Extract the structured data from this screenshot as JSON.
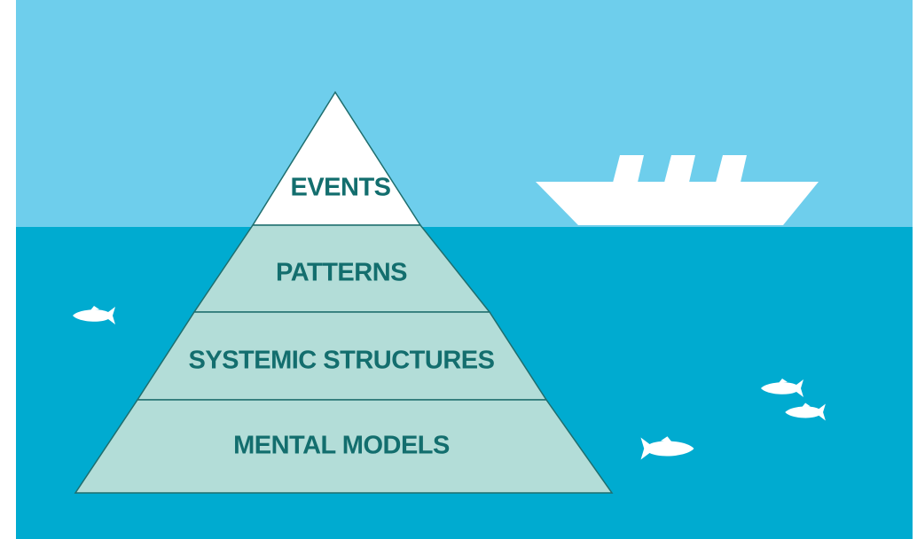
{
  "colors": {
    "sky": "#6ECEEC",
    "water": "#00ABD0",
    "tip_fill": "#FFFFFF",
    "underwater_fill": "#B3DDD8",
    "outline": "#1F6E6E",
    "label": "#136E6E",
    "ship": "#FFFFFF",
    "fish": "#FFFFFF"
  },
  "iceberg": {
    "levels": [
      {
        "label": "EVENTS"
      },
      {
        "label": "PATTERNS"
      },
      {
        "label": "SYSTEMIC STRUCTURES"
      },
      {
        "label": "MENTAL MODELS"
      }
    ]
  },
  "decorations": {
    "ship": "ship-icon",
    "fish": "fish-icon"
  }
}
